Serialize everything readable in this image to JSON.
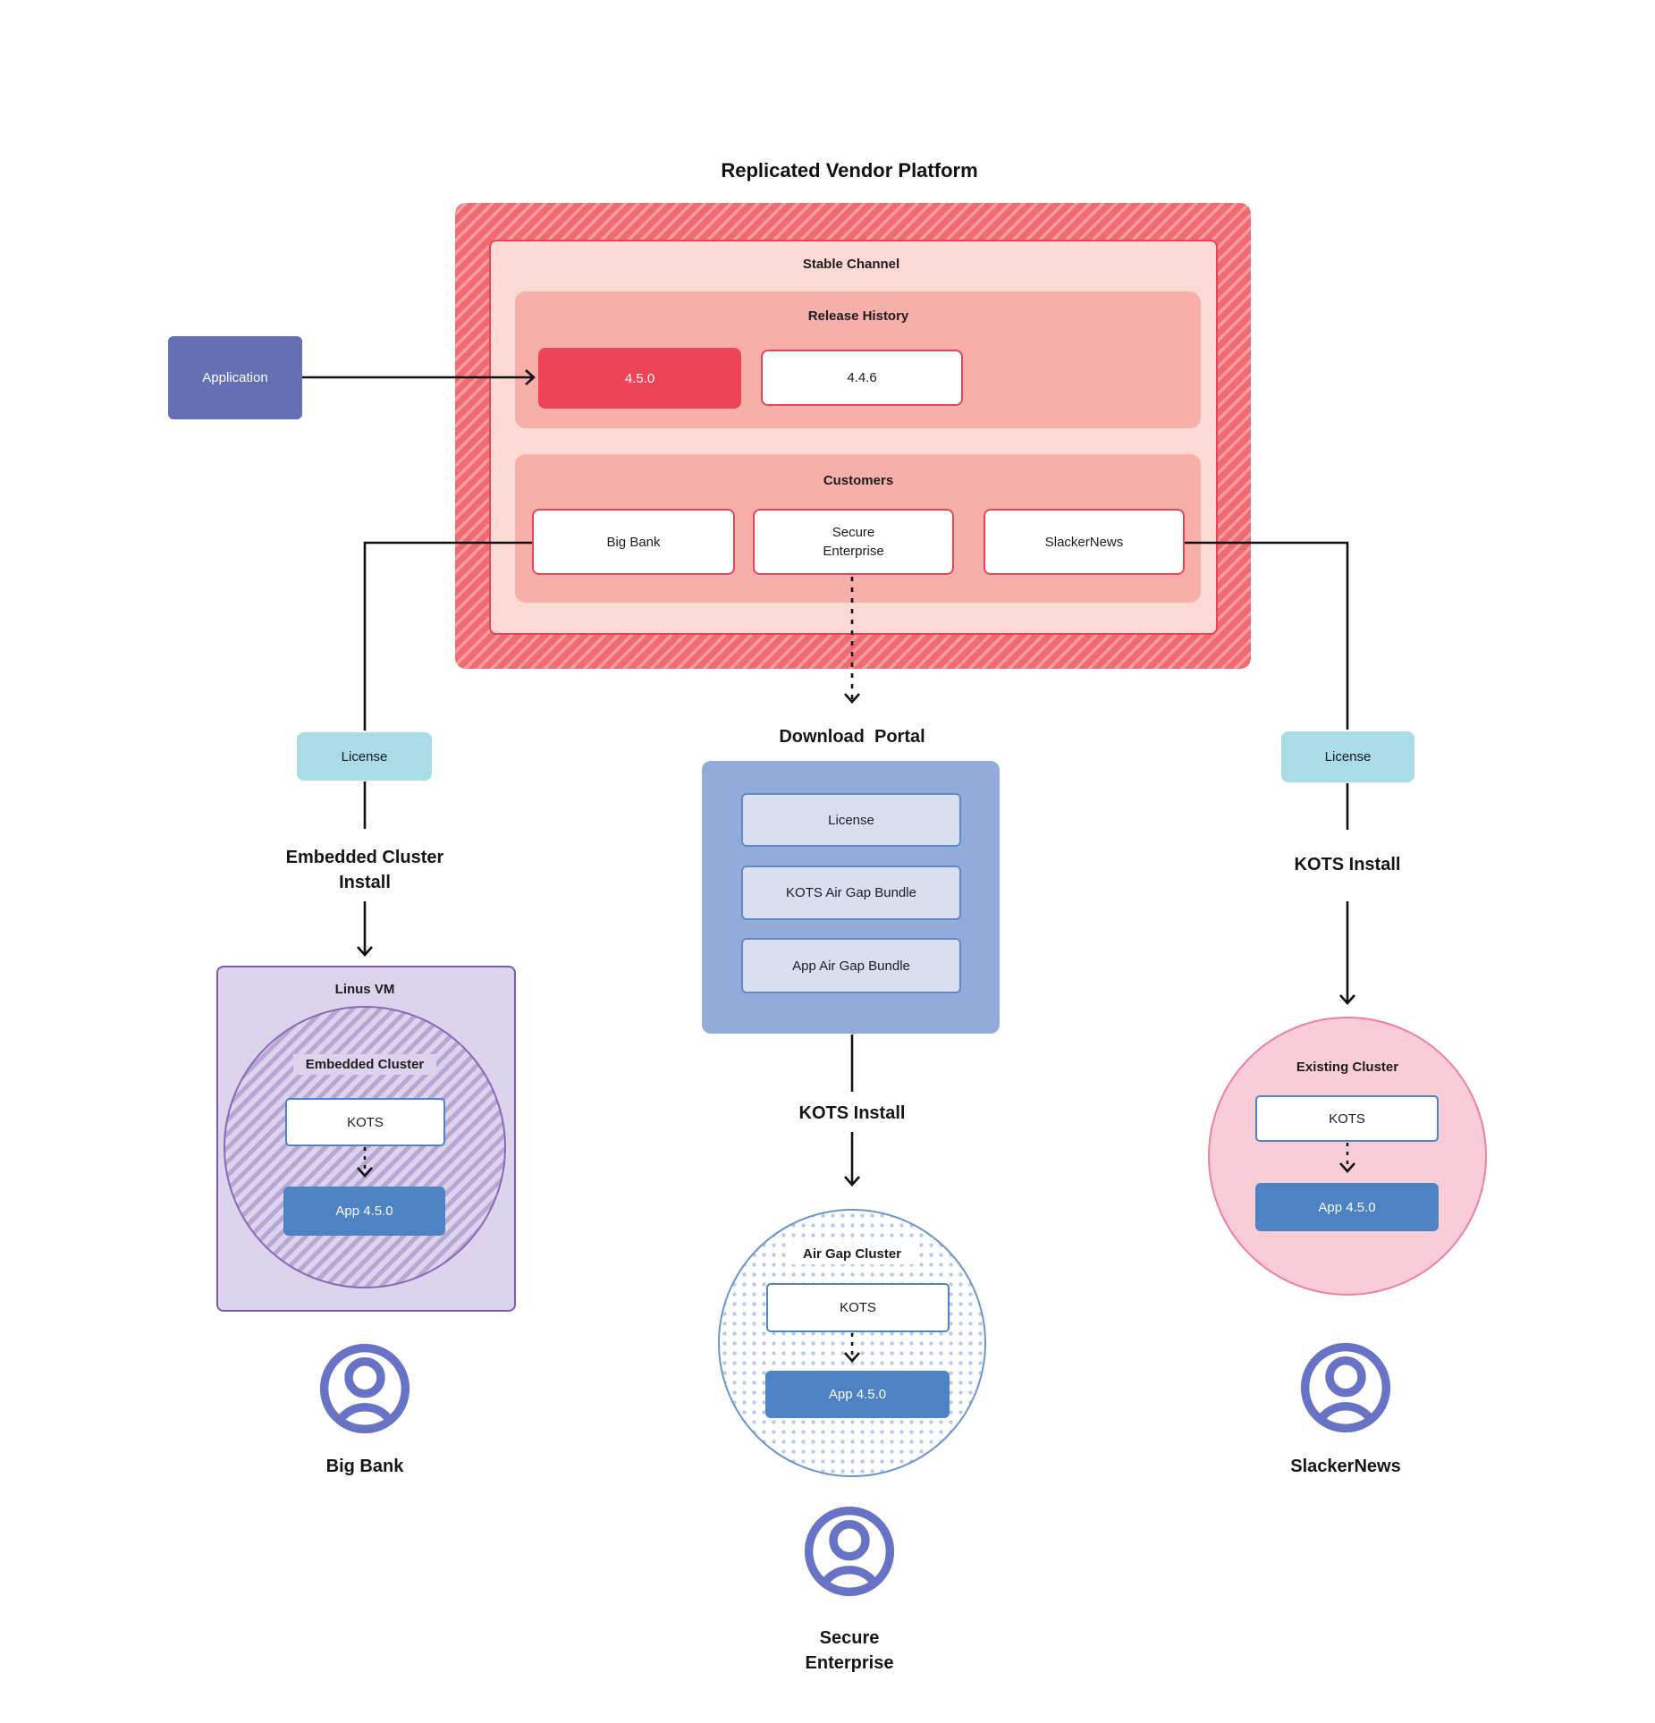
{
  "title": "Replicated Vendor Platform",
  "application": {
    "label": "Application"
  },
  "platform": {
    "stable_channel": "Stable Channel",
    "release_history": {
      "label": "Release History",
      "current_release": "4.5.0",
      "previous_release": "4.4.6"
    },
    "customers": {
      "label": "Customers",
      "big_bank": "Big Bank",
      "secure_enterprise": "Secure\nEnterprise",
      "slackernews": "SlackerNews"
    }
  },
  "left_branch": {
    "license": "License",
    "install_method": "Embedded Cluster\nInstall",
    "vm_label": "Linus VM",
    "cluster_label": "Embedded Cluster",
    "kots": "KOTS",
    "app_version": "App 4.5.0",
    "customer": "Big Bank"
  },
  "middle_branch": {
    "portal_title": "Download  Portal",
    "portal_items": [
      "License",
      "KOTS Air Gap Bundle",
      "App Air Gap Bundle"
    ],
    "install_method": "KOTS Install",
    "cluster_label": "Air Gap Cluster",
    "kots": "KOTS",
    "app_version": "App 4.5.0",
    "customer": "Secure\nEnterprise"
  },
  "right_branch": {
    "license": "License",
    "install_method": "KOTS Install",
    "cluster_label": "Existing Cluster",
    "kots": "KOTS",
    "app_version": "App 4.5.0",
    "customer": "SlackerNews"
  },
  "palette": {
    "platform_red": "#ee4458",
    "platform_hatch_base": "#f16a70",
    "platform_hatch_stripe": "#f79da2",
    "platform_border_red": "#e8435a",
    "stable_channel_bg": "#fbd9d5",
    "red_section_bg": "#f6afa9",
    "application_purple": "#6570b4",
    "license_cyan": "#a9dce6",
    "portal_blue": "#92abd8",
    "portal_item_bg": "#d9def1",
    "app_blue": "#4d82c4",
    "kots_border_blue": "#4f83c5",
    "vm_purple_bg": "#dcd4ec",
    "vm_purple_border": "#8059ad",
    "existing_pink_bg": "#f9cdd8",
    "existing_pink_border": "#ef7f9f",
    "airgap_dot_blue": "#b7cbe9",
    "person_icon_purple": "#6973c5",
    "connector_black": "#111111"
  }
}
